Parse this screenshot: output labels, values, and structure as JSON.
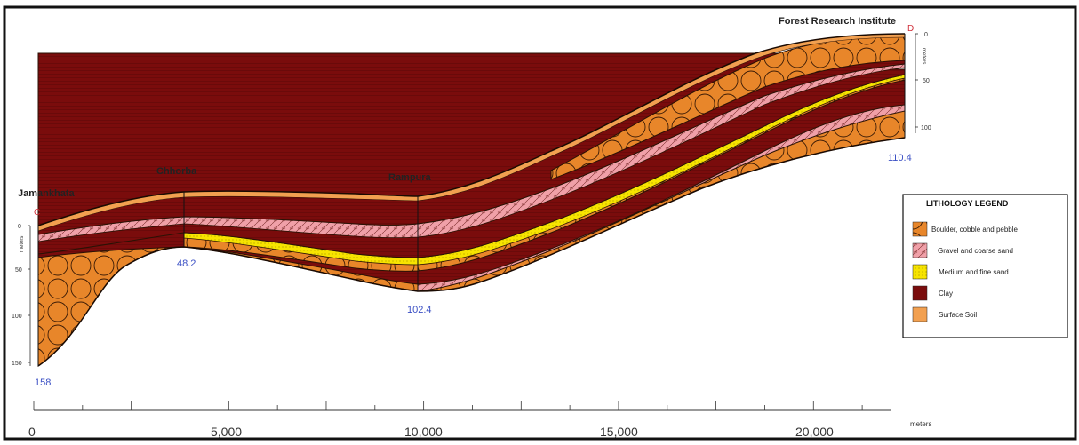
{
  "wells": [
    {
      "name": "Jamankhata",
      "depth_label": "158"
    },
    {
      "name": "Chhorba",
      "depth_label": "48.2"
    },
    {
      "name": "Rampura",
      "depth_label": "102.4"
    },
    {
      "name": "Forest Research Institute",
      "depth_label": "110.4"
    }
  ],
  "section_ends": {
    "left": "C",
    "right": "D"
  },
  "left_depth_axis": {
    "unit": "meters",
    "ticks": [
      "0",
      "50",
      "100",
      "150"
    ]
  },
  "right_depth_axis": {
    "unit": "meters",
    "ticks": [
      "0",
      "50",
      "100"
    ]
  },
  "x_axis": {
    "unit": "meters",
    "ticks": [
      "0",
      "5,000",
      "10,000",
      "15,000",
      "20,000"
    ]
  },
  "legend": {
    "title": "LITHOLOGY LEGEND",
    "items": [
      {
        "label": "Boulder, cobble and pebble",
        "color": "#e8862a",
        "pattern": "circles"
      },
      {
        "label": "Gravel and coarse sand",
        "color": "#f0a0a8",
        "pattern": "hatch"
      },
      {
        "label": "Medium and fine  sand",
        "color": "#f7e400",
        "pattern": "dots"
      },
      {
        "label": "Clay",
        "color": "#7a0c0c",
        "pattern": "solid"
      },
      {
        "label": "Surface  Soil",
        "color": "#f2a050",
        "pattern": "solid"
      }
    ]
  }
}
